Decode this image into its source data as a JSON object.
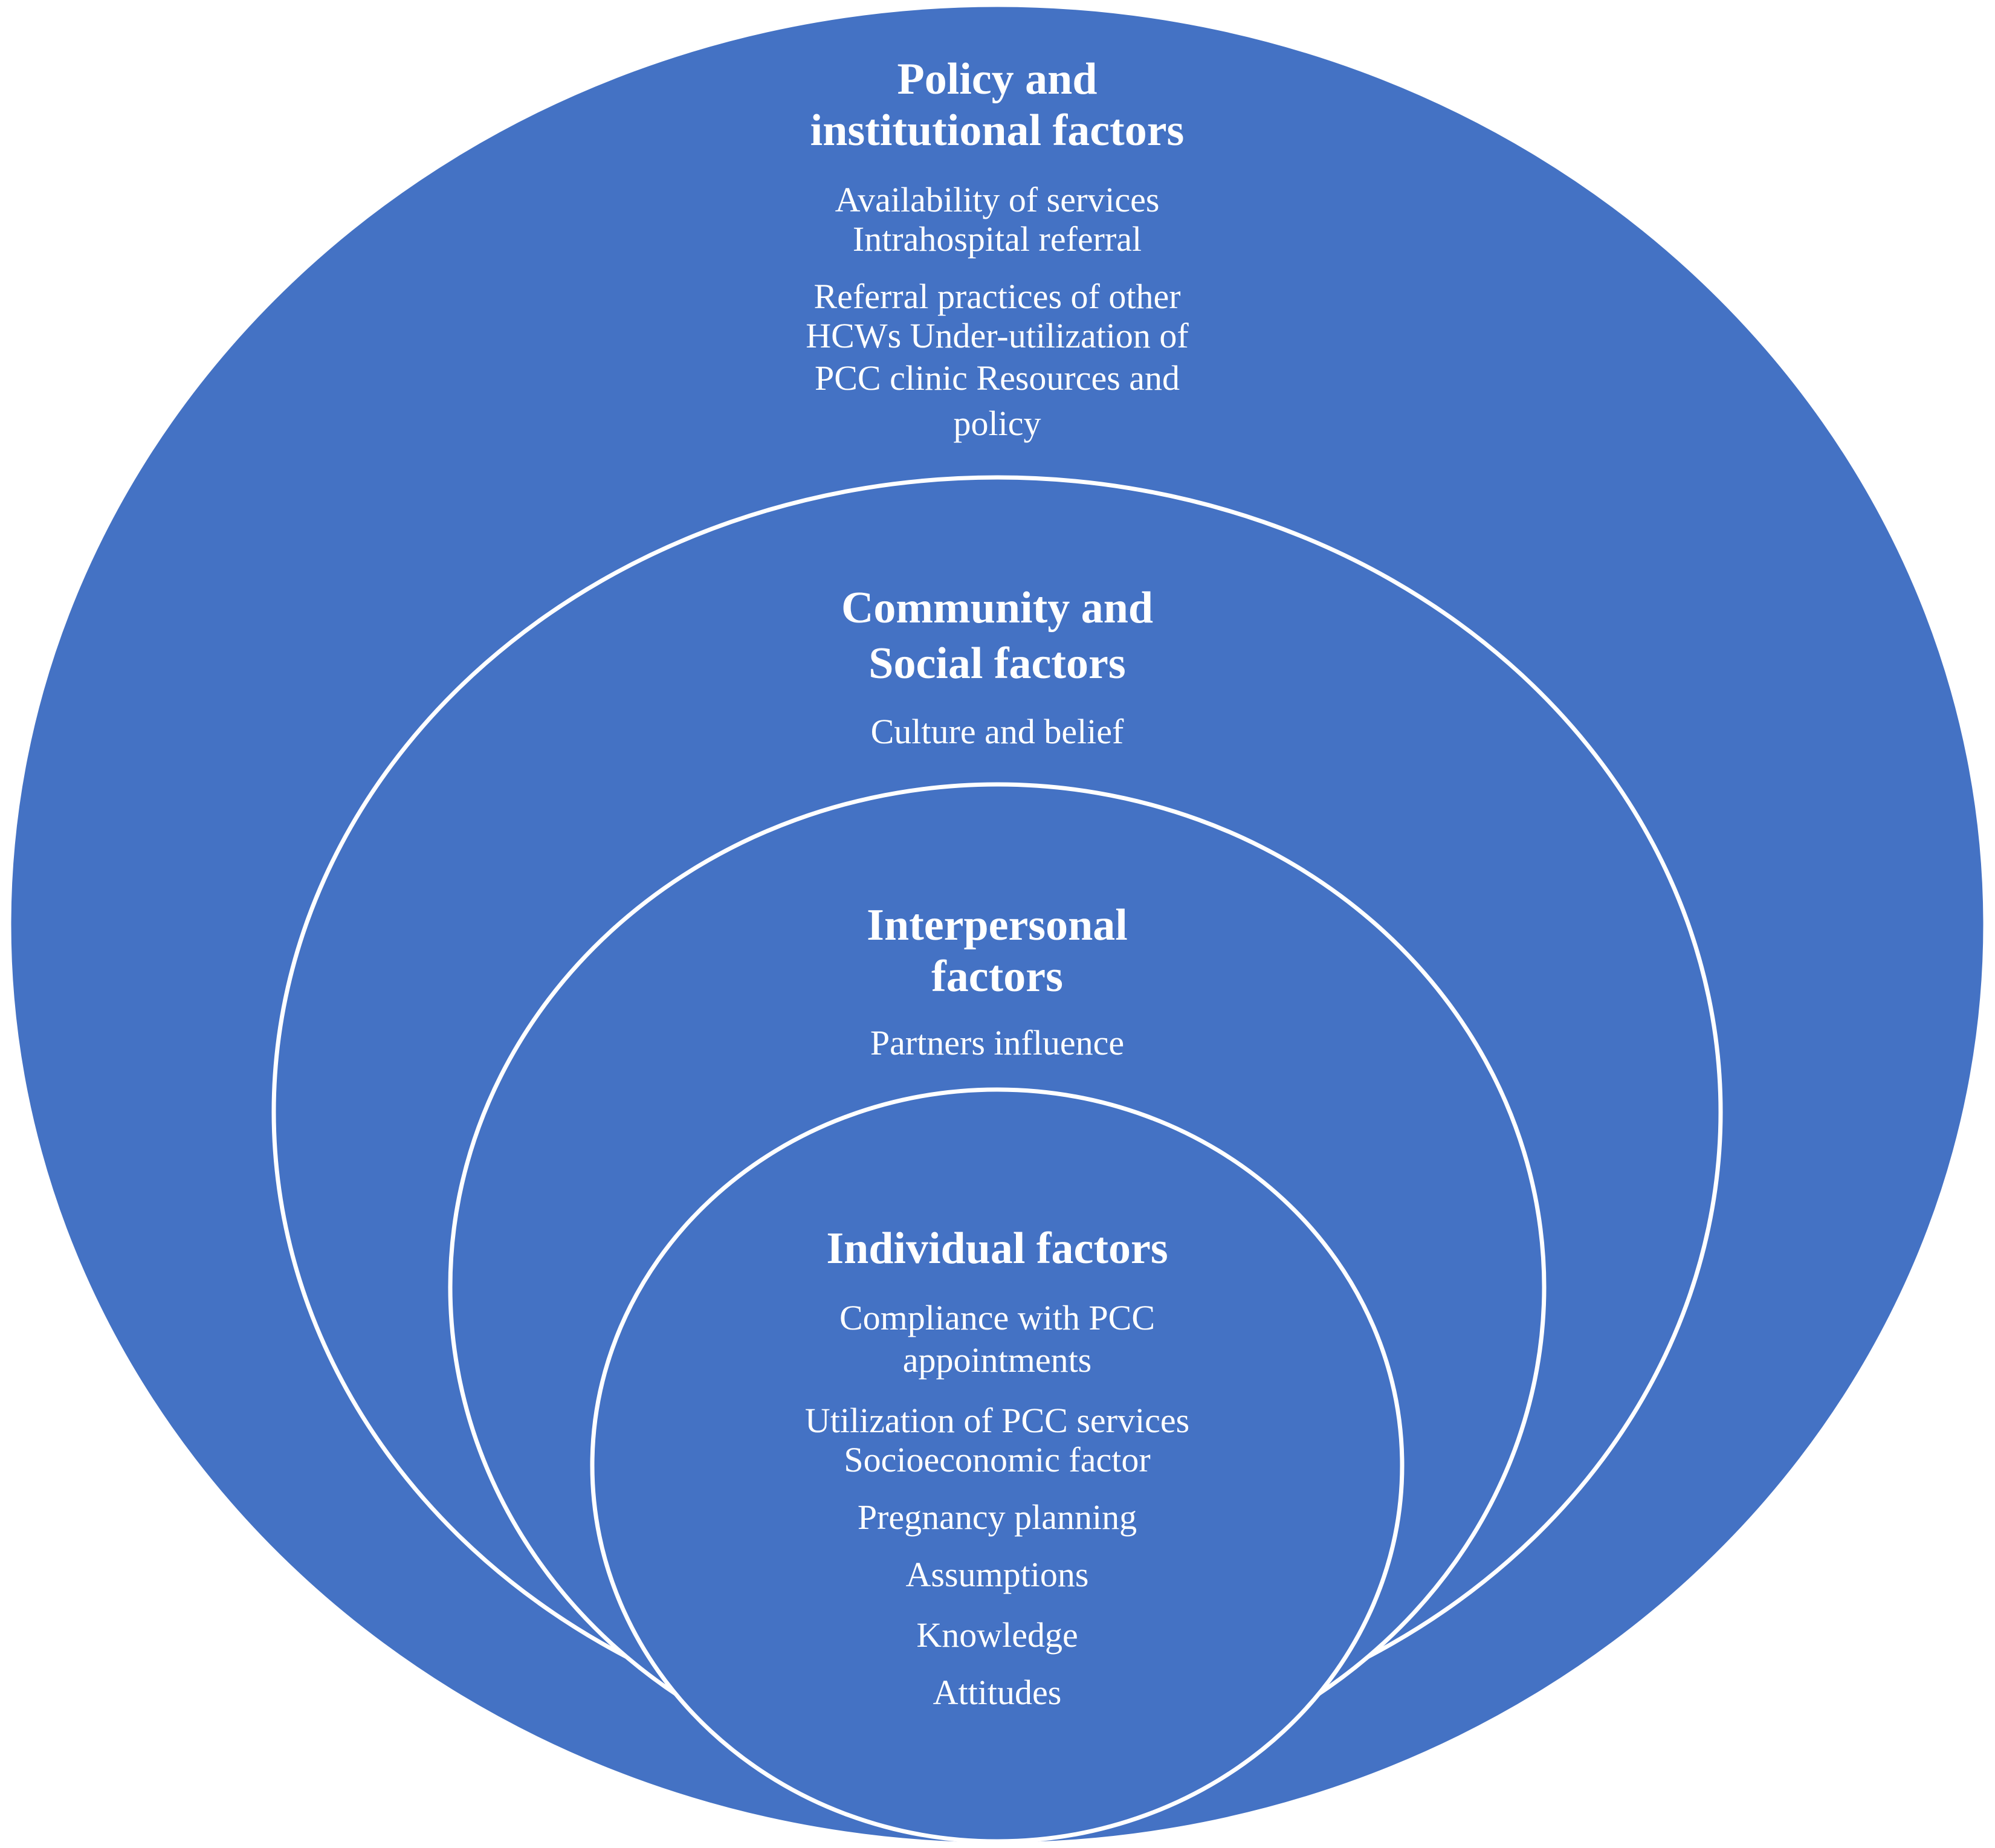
{
  "colors": {
    "fill": "#4472C4",
    "stroke": "#FFFFFF",
    "text": "#FFFFFF"
  },
  "levels": [
    {
      "title_lines": [
        "Policy and",
        "institutional factors"
      ],
      "item_lines": [
        "Availability of services",
        "Intrahospital referral",
        "Referral practices of other",
        "HCWs Under-utilization of",
        "PCC clinic Resources and",
        "policy"
      ]
    },
    {
      "title_lines": [
        "Community and",
        "Social factors"
      ],
      "item_lines": [
        "Culture and belief"
      ]
    },
    {
      "title_lines": [
        "Interpersonal",
        "factors"
      ],
      "item_lines": [
        "Partners influence"
      ]
    },
    {
      "title_lines": [
        "Individual factors"
      ],
      "item_lines": [
        "Compliance with PCC",
        "appointments",
        "Utilization of PCC services",
        "Socioeconomic factor",
        "Pregnancy planning",
        "Assumptions",
        "Knowledge",
        "Attitudes"
      ]
    }
  ]
}
